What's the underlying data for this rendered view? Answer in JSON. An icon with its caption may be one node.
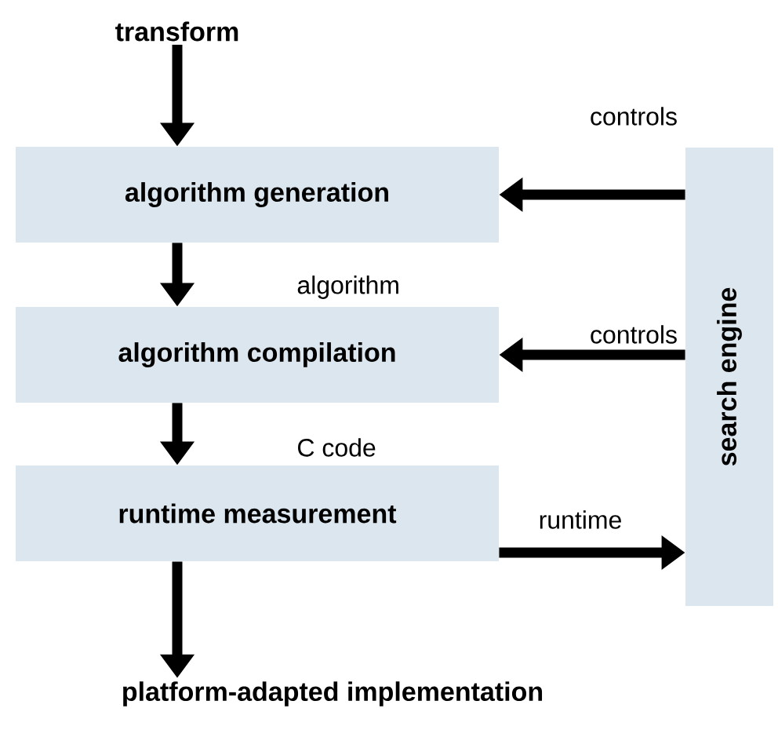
{
  "diagram": {
    "nodes": [
      {
        "text": [
          "transform"
        ]
      },
      {
        "text": [
          "algorithm generation"
        ]
      },
      {
        "text": [
          "algorithm compilation"
        ]
      },
      {
        "text": [
          "runtime measurement"
        ]
      },
      {
        "text": [
          "platform-adapted implementation"
        ]
      },
      {
        "text": [
          "search engine"
        ]
      }
    ],
    "edges": [
      {
        "from": 0,
        "to": 1,
        "arrow": "to"
      },
      {
        "from": 5,
        "to": 1,
        "arrow": "to",
        "label": "controls"
      },
      {
        "from": 1,
        "to": 2,
        "arrow": "to",
        "label": "algorithm"
      },
      {
        "from": 5,
        "to": 2,
        "arrow": "to",
        "label": "controls"
      },
      {
        "from": 2,
        "to": 3,
        "arrow": "to",
        "label": "C code"
      },
      {
        "from": 3,
        "to": 5,
        "arrow": "to",
        "label": "runtime"
      },
      {
        "from": 3,
        "to": 4,
        "arrow": "to"
      }
    ]
  }
}
